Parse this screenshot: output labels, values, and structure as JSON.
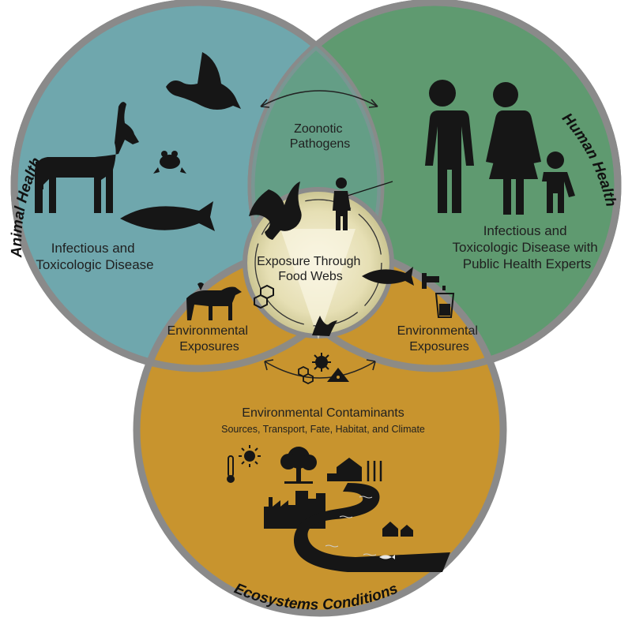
{
  "colors": {
    "animal": "#6fa7ad",
    "human": "#5f9a70",
    "ecosystem": "#c8942e",
    "ring": "#8a8a8a",
    "center": "#eee6bf",
    "ink": "#161616"
  },
  "titles": {
    "animal": "Animal Health",
    "human": "Human Health",
    "ecosystem": "Ecosystems Conditions"
  },
  "labels": {
    "animal_disease": [
      "Infectious and",
      "Toxicologic Disease"
    ],
    "human_disease": [
      "Infectious and",
      "Toxicologic Disease with",
      "Public Health Experts"
    ],
    "zoonotic": [
      "Zoonotic",
      "Pathogens"
    ],
    "food_webs": [
      "Exposure Through",
      "Food Webs"
    ],
    "env_left": [
      "Environmental",
      "Exposures"
    ],
    "env_right": [
      "Environmental",
      "Exposures"
    ],
    "contaminants_title": "Environmental Contaminants",
    "contaminants_sub": "Sources, Transport, Fate, Habitat, and Climate"
  },
  "icons": [
    "duck-icon",
    "deer-icon",
    "frog-icon",
    "salmon-icon",
    "family-icon",
    "eagle-icon",
    "fisherman-icon",
    "fish-icon",
    "fawn-icon",
    "molecule-icon",
    "faucet-glass-icon",
    "bird-icon",
    "virus-icon",
    "hazard-icon",
    "thermometer-icon",
    "sun-icon",
    "tree-icon",
    "barn-icon",
    "wheat-icon",
    "factory-icon",
    "city-icon",
    "river-icon",
    "houses-icon"
  ]
}
